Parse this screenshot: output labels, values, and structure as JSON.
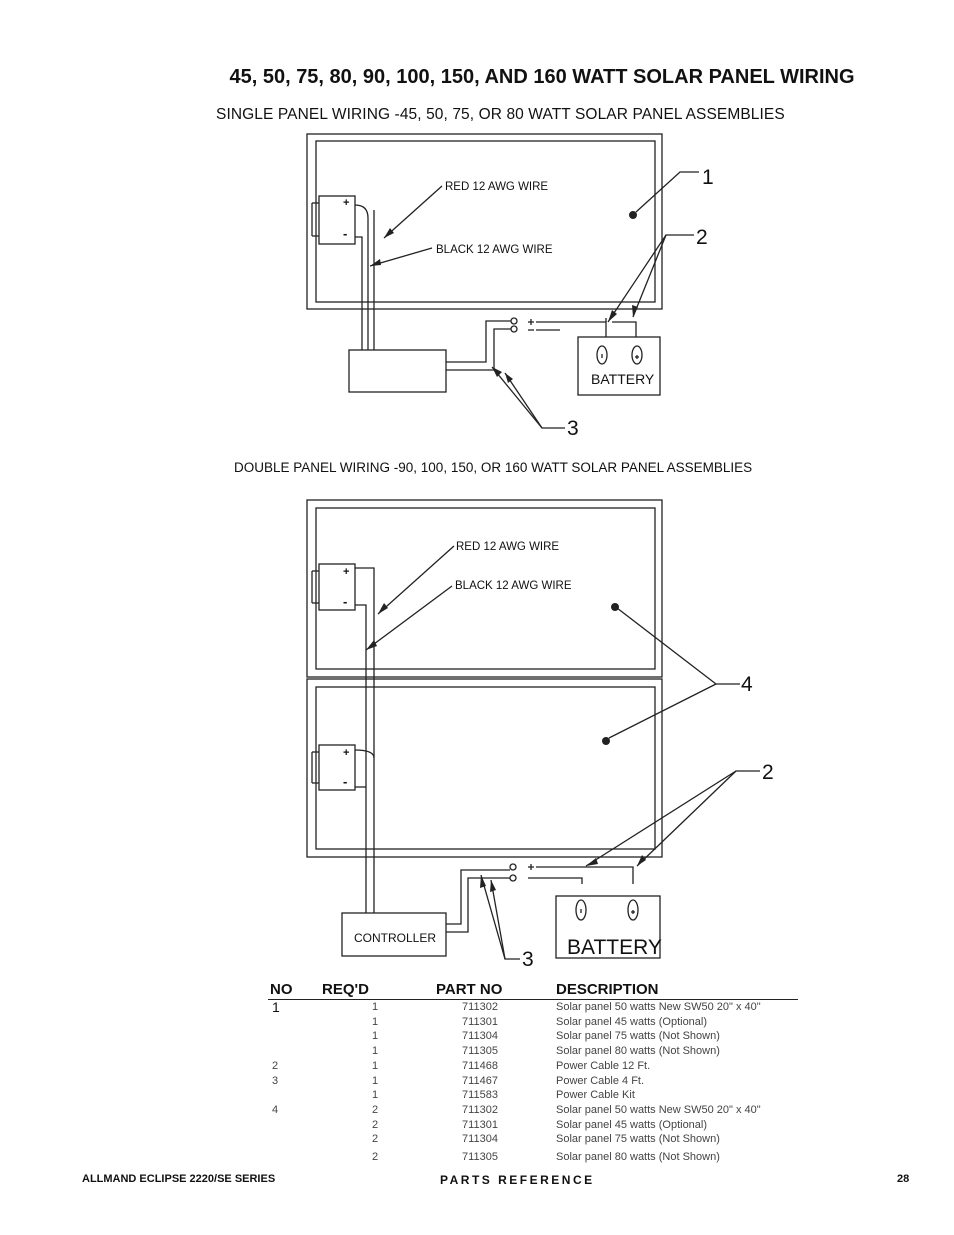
{
  "page": {
    "title": "45, 50, 75, 80, 90, 100, 150, AND 160 WATT SOLAR PANEL WIRING",
    "single_heading": "SINGLE PANEL WIRING -45,  50, 75, OR 80 WATT SOLAR PANEL ASSEMBLIES",
    "double_heading": "DOUBLE PANEL WIRING -90, 100, 150, OR 160 WATT SOLAR PANEL ASSEMBLIES"
  },
  "diagram1": {
    "red_wire": "RED 12 AWG WIRE",
    "black_wire": "BLACK 12 AWG WIRE",
    "battery": "BATTERY",
    "plus": "+",
    "minus": "-",
    "callout_1": "1",
    "callout_2": "2",
    "callout_3": "3"
  },
  "diagram2": {
    "red_wire": "RED 12 AWG WIRE",
    "black_wire": "BLACK 12 AWG WIRE",
    "controller": "CONTROLLER",
    "battery": "BATTERY",
    "plus": "+",
    "minus": "-",
    "callout_4": "4",
    "callout_2": "2",
    "callout_3": "3"
  },
  "parts_table": {
    "headers": {
      "no": "NO",
      "reqd": "REQ'D",
      "part_no": "PART NO",
      "description": "DESCRIPTION"
    },
    "rows": [
      {
        "no": "1",
        "reqd": "1",
        "part_no": "711302",
        "description": "Solar panel 50 watts New SW50  20\" x 40\""
      },
      {
        "no": "",
        "reqd": "1",
        "part_no": "711301",
        "description": "Solar panel 45 watts (Optional)"
      },
      {
        "no": "",
        "reqd": "1",
        "part_no": "711304",
        "description": "Solar panel 75 watts (Not Shown)"
      },
      {
        "no": "",
        "reqd": "1",
        "part_no": "711305",
        "description": "Solar panel 80 watts (Not Shown)"
      },
      {
        "no": "2",
        "reqd": "1",
        "part_no": "711468",
        "description": "Power Cable 12 Ft."
      },
      {
        "no": "3",
        "reqd": "1",
        "part_no": "711467",
        "description": "Power Cable 4 Ft."
      },
      {
        "no": "",
        "reqd": "1",
        "part_no": "711583",
        "description": "Power Cable Kit"
      },
      {
        "no": "4",
        "reqd": "2",
        "part_no": "711302",
        "description": "Solar panel 50 watts New SW50  20\" x 40\""
      },
      {
        "no": "",
        "reqd": "2",
        "part_no": "711301",
        "description": "Solar panel 45 watts (Optional)"
      },
      {
        "no": "",
        "reqd": "2",
        "part_no": "711304",
        "description": "Solar panel 75 watts (Not Shown)"
      },
      {
        "no": "",
        "reqd": "2",
        "part_no": "711305",
        "description": "Solar panel 80 watts (Not Shown)"
      }
    ]
  },
  "footer": {
    "left": "ALLMAND ECLIPSE 2220/SE SERIES",
    "center": "PARTS REFERENCE",
    "page_number": "28"
  }
}
